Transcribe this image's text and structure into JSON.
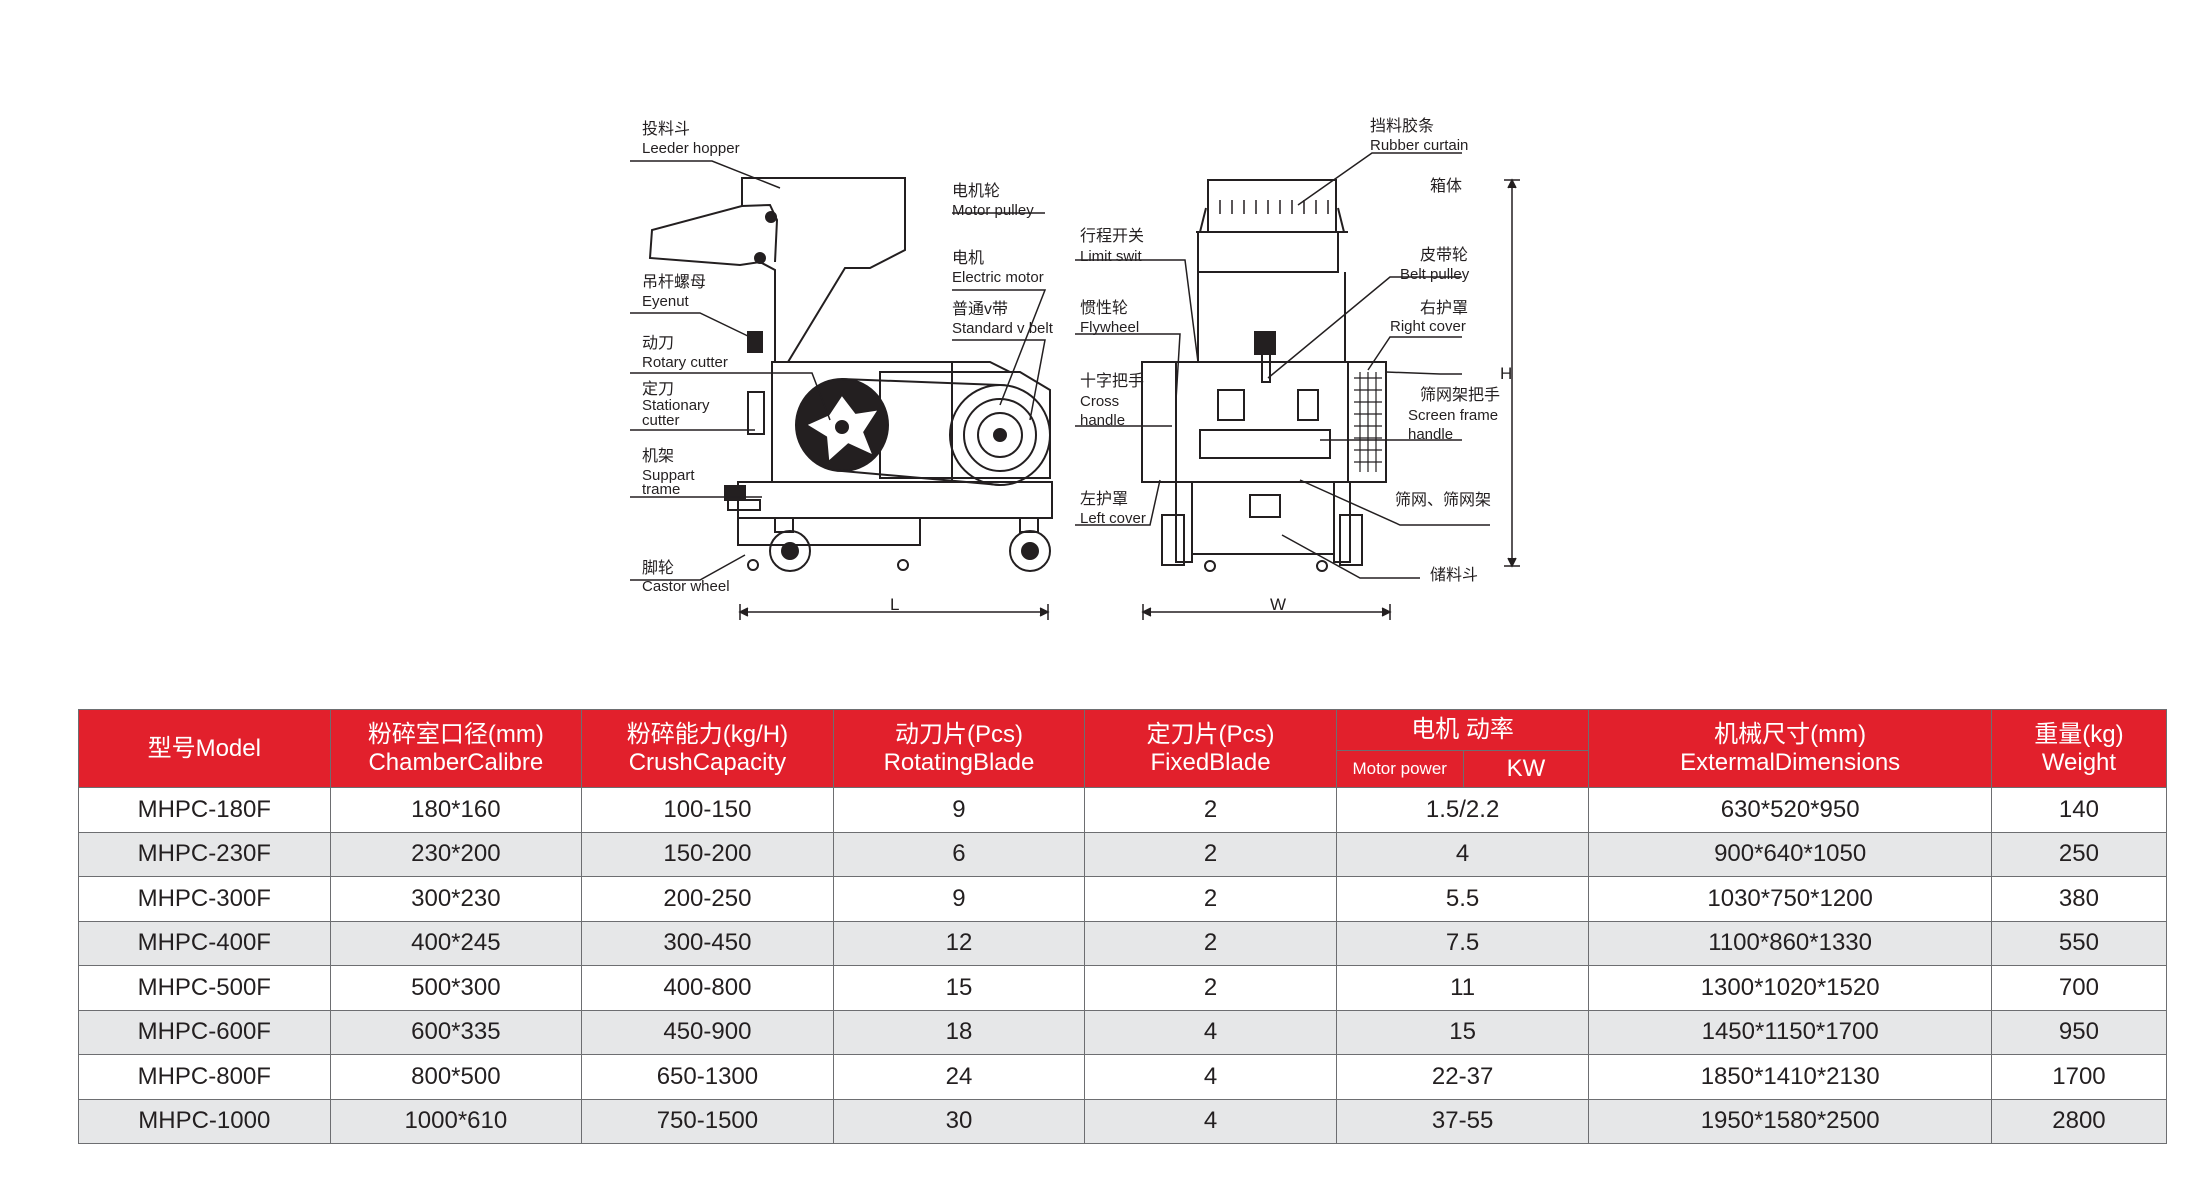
{
  "diagram": {
    "side_labels": [
      {
        "cn": "投料斗",
        "en": "Leeder hopper"
      },
      {
        "cn": "吊杆螺母",
        "en": "Eyenut"
      },
      {
        "cn": "动刀",
        "en": "Rotary cutter"
      },
      {
        "cn": "定刀",
        "en": "Stationary",
        "en2": "cutter"
      },
      {
        "cn": "机架",
        "en": "Suppart",
        "en2": "trame"
      },
      {
        "cn": "脚轮",
        "en": "Castor wheel"
      },
      {
        "cn": "电机轮",
        "en": "Motor pulley"
      },
      {
        "cn": "电机",
        "en": "Electric motor"
      },
      {
        "cn": "普通v带",
        "en": "Standard v belt"
      }
    ],
    "front_labels": [
      {
        "cn": "行程开关",
        "en": "Limit swit"
      },
      {
        "cn": "惯性轮",
        "en": "Flywheel"
      },
      {
        "cn": "十字把手",
        "en": "Cross",
        "en2": "handle"
      },
      {
        "cn": "左护罩",
        "en": "Left cover"
      },
      {
        "cn": "挡料胶条",
        "en": "Rubber curtain"
      },
      {
        "cn": "箱体",
        "en": ""
      },
      {
        "cn": "皮带轮",
        "en": "Belt pulley"
      },
      {
        "cn": "右护罩",
        "en": "Right cover"
      },
      {
        "cn": "筛网架把手",
        "en": "Screen frame",
        "en2": "handle"
      },
      {
        "cn": "筛网、筛网架",
        "en": ""
      },
      {
        "cn": "储料斗",
        "en": ""
      }
    ],
    "dim_L": "L",
    "dim_W": "W",
    "dim_H": "H"
  },
  "table": {
    "headers": [
      {
        "l1": "型号Model",
        "l2": ""
      },
      {
        "l1": "粉碎室口径(mm)",
        "l2": "ChamberCalibre"
      },
      {
        "l1": "粉碎能力(kg/H)",
        "l2": "CrushCapacity"
      },
      {
        "l1": "动刀片(Pcs)",
        "l2": "RotatingBlade"
      },
      {
        "l1": "定刀片(Pcs)",
        "l2": "FixedBlade"
      },
      {
        "l1": "电机 动率",
        "l2": ""
      },
      {
        "l1": "机械尺寸(mm)",
        "l2": "ExtermalDimensions"
      },
      {
        "l1": "重量(kg)",
        "l2": "Weight"
      }
    ],
    "motor_sub": [
      "Motor power",
      "KW"
    ],
    "rows": [
      [
        "MHPC-180F",
        "180*160",
        "100-150",
        "9",
        "2",
        "1.5/2.2",
        "630*520*950",
        "140"
      ],
      [
        "MHPC-230F",
        "230*200",
        "150-200",
        "6",
        "2",
        "4",
        "900*640*1050",
        "250"
      ],
      [
        "MHPC-300F",
        "300*230",
        "200-250",
        "9",
        "2",
        "5.5",
        "1030*750*1200",
        "380"
      ],
      [
        "MHPC-400F",
        "400*245",
        "300-450",
        "12",
        "2",
        "7.5",
        "1100*860*1330",
        "550"
      ],
      [
        "MHPC-500F",
        "500*300",
        "400-800",
        "15",
        "2",
        "11",
        "1300*1020*1520",
        "700"
      ],
      [
        "MHPC-600F",
        "600*335",
        "450-900",
        "18",
        "4",
        "15",
        "1450*1150*1700",
        "950"
      ],
      [
        "MHPC-800F",
        "800*500",
        "650-1300",
        "24",
        "4",
        "22-37",
        "1850*1410*2130",
        "1700"
      ],
      [
        "MHPC-1000",
        "1000*610",
        "750-1500",
        "30",
        "4",
        "37-55",
        "1950*1580*2500",
        "2800"
      ]
    ]
  },
  "colors": {
    "header_bg": "#e2202c",
    "header_text": "#ffffff",
    "alt_row": "#e6e7e8",
    "border": "#6d6e71"
  }
}
